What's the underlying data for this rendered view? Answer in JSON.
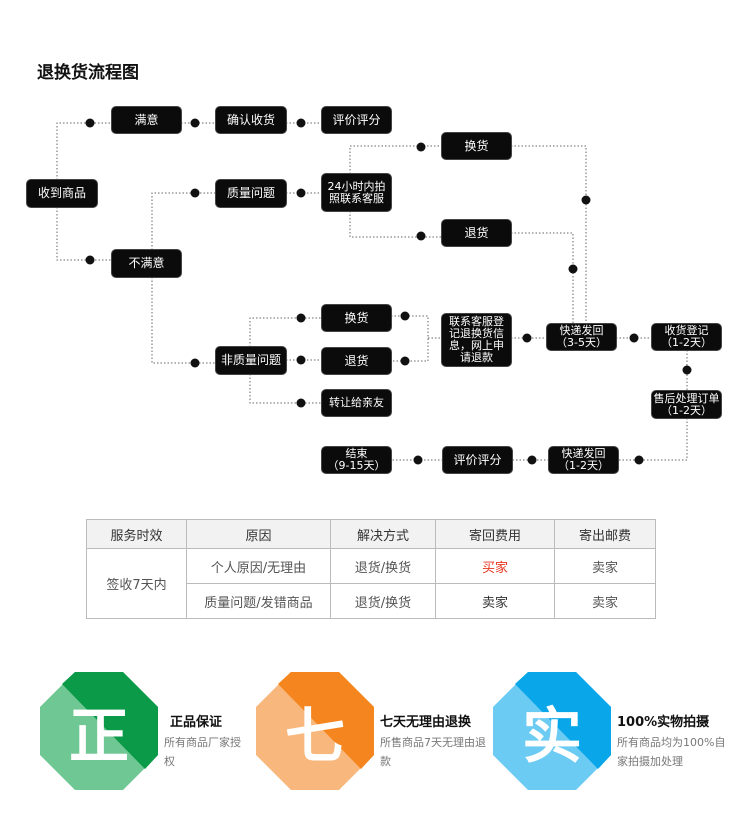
{
  "title": "退换货流程图",
  "flow": {
    "received": "收到商品",
    "satisfied": "满意",
    "confirm": "确认收货",
    "review_top": "评价评分",
    "unsatisfied": "不满意",
    "quality": "质量问题",
    "contact24": "24小时内拍\n照联系客服",
    "exchange_top": "换货",
    "return_top": "退货",
    "exchange_mid": "换货",
    "return_mid": "退货",
    "transfer": "转让给亲友",
    "nonquality": "非质量问题",
    "register": "联系客服登\n记退换货信\n息，网上申\n请退款",
    "ship_back": "快递发回\n（3-5天）",
    "receive_reg": "收货登记\n（1-2天）",
    "after_sale": "售后处理订单\n（1-2天）",
    "ship_out": "快递发回\n（1-2天）",
    "review_bottom": "评价评分",
    "end": "结束\n（9-15天）"
  },
  "table": {
    "headers": [
      "服务时效",
      "原因",
      "解决方式",
      "寄回费用",
      "寄出邮费"
    ],
    "period": "签收7天内",
    "rows": [
      [
        "个人原因/无理由",
        "退货/换货",
        "买家",
        "卖家"
      ],
      [
        "质量问题/发错商品",
        "退货/换货",
        "卖家",
        "卖家"
      ]
    ],
    "highlight_color": "#e8351f"
  },
  "features": [
    {
      "char": "正",
      "title": "正品保证",
      "desc": "所有商品厂家授权",
      "color": "#0a9a48",
      "light": "#6fc793"
    },
    {
      "char": "七",
      "title": "七天无理由退换",
      "desc": "所售商品7天无理由退款",
      "color": "#f5861f",
      "light": "#f8b77c"
    },
    {
      "char": "实",
      "title": "100%实物拍摄",
      "desc": "所有商品均为100%自家拍摄加处理",
      "color": "#0aa6ea",
      "light": "#6ccbf3"
    }
  ]
}
